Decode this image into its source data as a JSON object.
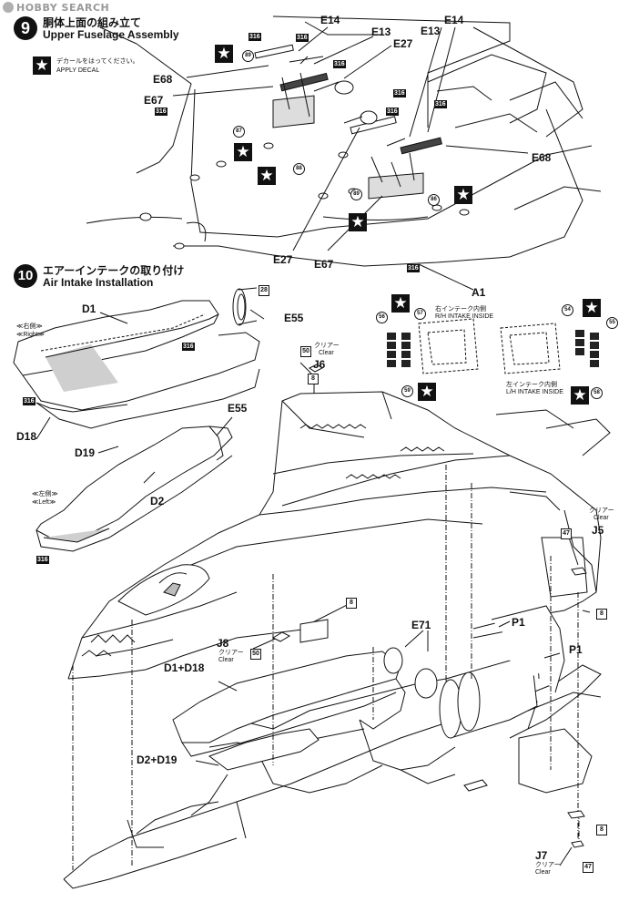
{
  "watermark": "HOBBY SEARCH",
  "step9": {
    "number": "9",
    "title_jp": "胴体上面の組み立て",
    "title_en": "Upper Fuselage Assembly",
    "decal_note_jp": "デカールをはってください。",
    "decal_note_en": "APPLY DECAL"
  },
  "step10": {
    "number": "10",
    "title_jp": "エアーインテークの取り付け",
    "title_en": "Air Intake Installation",
    "right_jp": "≪右側≫",
    "right_en": "≪Right≫",
    "left_jp": "≪左側≫",
    "left_en": "≪Left≫",
    "rh_inside_jp": "右インテーク内側",
    "rh_inside_en": "R/H INTAKE INSIDE",
    "lh_inside_jp": "左インテーク内側",
    "lh_inside_en": "L/H INTAKE INSIDE"
  },
  "clear_jp": "クリアー",
  "clear_en": "Clear",
  "parts": {
    "e14a": "E14",
    "e14b": "E14",
    "e13a": "E13",
    "e13b": "E13",
    "e27a": "E27",
    "e27b": "E27",
    "e68a": "E68",
    "e68b": "E68",
    "e67a": "E67",
    "e67b": "E67",
    "a1": "A1",
    "d1": "D1",
    "d18": "D18",
    "d19": "D19",
    "d2": "D2",
    "e55a": "E55",
    "e55b": "E55",
    "j6": "J6",
    "j5": "J5",
    "j7": "J7",
    "j8": "J8",
    "e71": "E71",
    "p1a": "P1",
    "p1b": "P1",
    "d1d18": "D1+D18",
    "d2d19": "D2+D19"
  },
  "cement_label": "316",
  "paint_codes": [
    "8",
    "47",
    "50",
    "28"
  ],
  "decal_numbers": [
    "89",
    "87",
    "88",
    "86",
    "56",
    "57",
    "59",
    "54",
    "55",
    "58"
  ]
}
